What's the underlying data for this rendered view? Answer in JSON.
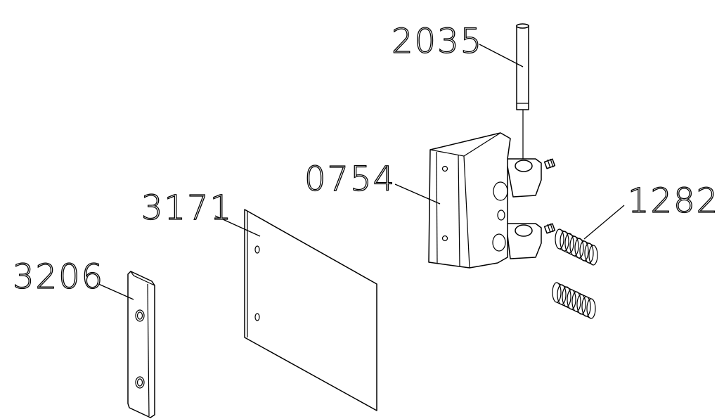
{
  "parts": [
    {
      "id": "pin",
      "label": "2035"
    },
    {
      "id": "hinge-body",
      "label": "0754"
    },
    {
      "id": "spring",
      "label": "1282"
    },
    {
      "id": "glass-panel",
      "label": "3171"
    },
    {
      "id": "clamp-strip",
      "label": "3206"
    }
  ]
}
